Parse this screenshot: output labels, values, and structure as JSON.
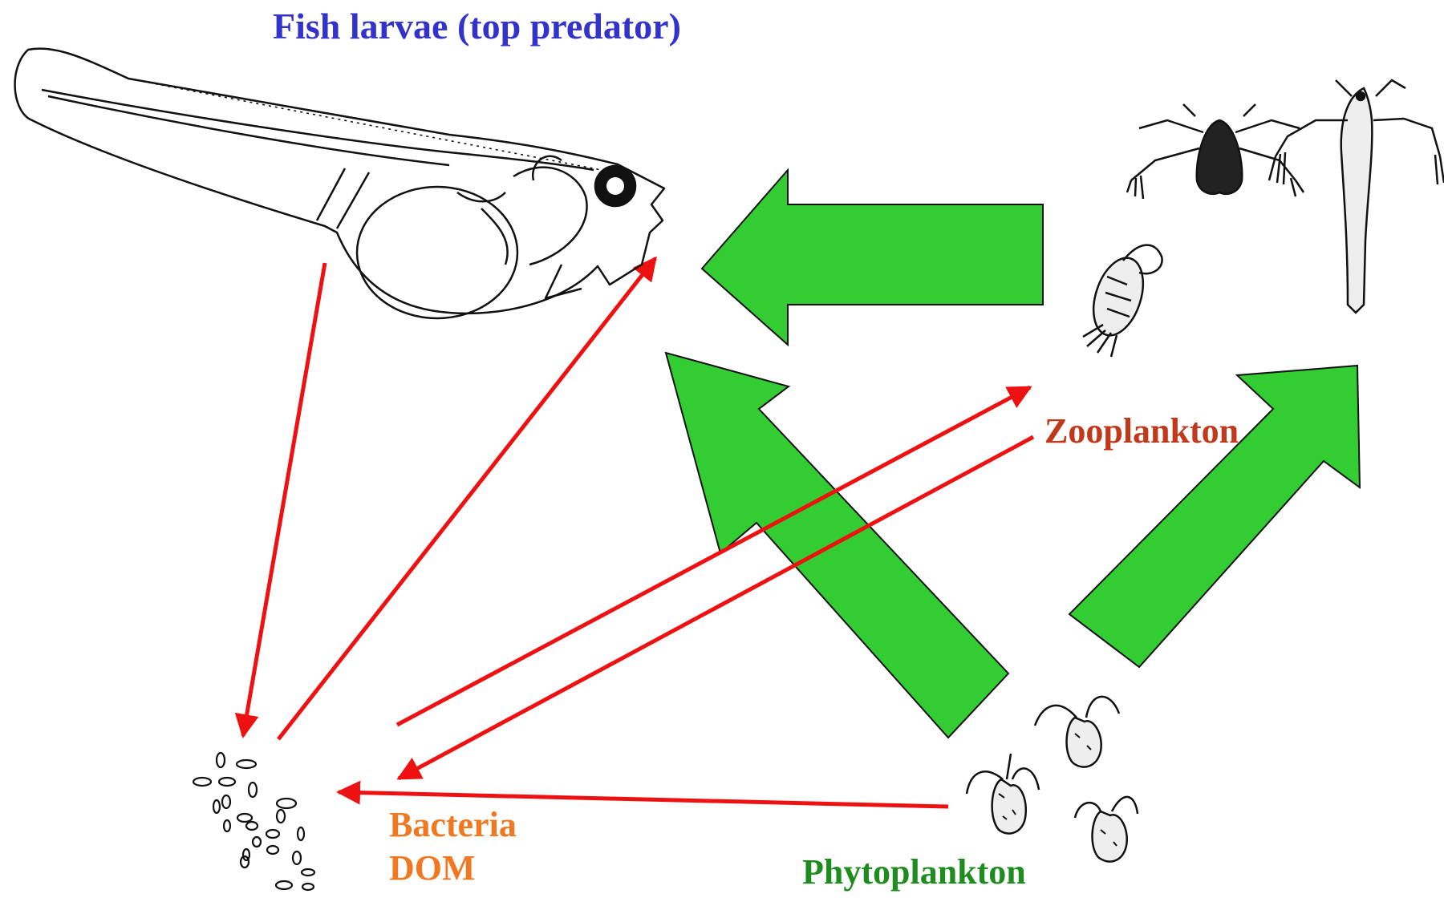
{
  "labels": {
    "fish": "Fish larvae (top predator)",
    "zooplankton": "Zooplankton",
    "bacteria": "Bacteria",
    "dom": "DOM",
    "phytoplankton": "Phytoplankton"
  },
  "colors": {
    "fish_label": "#3333cc",
    "zooplankton_label": "#c0391b",
    "bacteria_label": "#f07820",
    "phytoplankton_label": "#1e8c1e",
    "major_flow_arrow": "#33cc33",
    "microbial_flow_arrow": "#ee1111",
    "drawing_stroke": "#111111"
  },
  "organisms": {
    "fish": "fish-larva-drawing",
    "zooplankton": "copepod-nauplius-drawings",
    "phytoplankton": "dinoflagellate-drawings",
    "bacteria": "bacteria-cell-cluster"
  }
}
